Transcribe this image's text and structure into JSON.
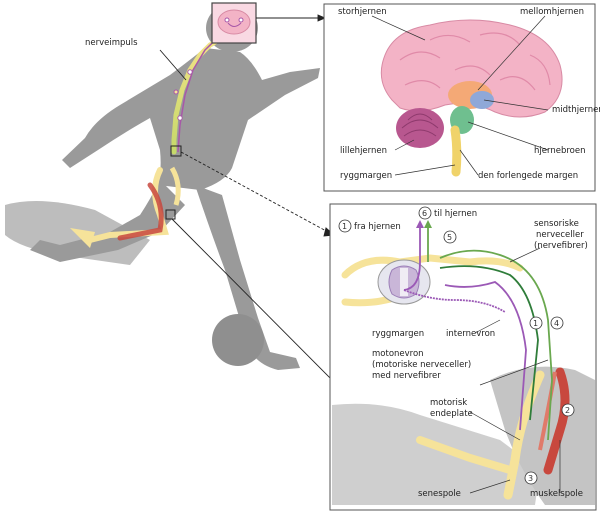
{
  "labels": {
    "nerve_impulse": "nerveimpuls",
    "brain": {
      "cerebrum": "storhjernen",
      "diencephalon": "mellomhjernen",
      "midbrain": "midthjernen",
      "cerebellum": "lillehjernen",
      "pons": "hjernebroen",
      "spinal_cord": "ryggmargen",
      "medulla": "den forlengede margen"
    },
    "spinal": {
      "from_brain": "fra hjernen",
      "to_brain": "til hjernen",
      "sensory_1": "sensoriske",
      "sensory_2": "nerveceller",
      "sensory_3": "(nervefibrer)",
      "spinal_cord": "ryggmargen",
      "interneuron": "internevron",
      "motor_1": "motonevron",
      "motor_2": "(motoriske nerveceller)",
      "motor_3": "med nervefibrer",
      "endplate_1": "motorisk",
      "endplate_2": "endeplate",
      "tendon_spindle": "senespole",
      "muscle_spindle": "muskelspole"
    }
  },
  "markers": [
    "1",
    "6",
    "5",
    "1",
    "4",
    "2",
    "3"
  ],
  "colors": {
    "silhouette": "#9a9a9a",
    "shadow": "#c8c8c8",
    "bone": "#f6e39a",
    "muscle": "#c8483e",
    "brain_pink": "#f3b3c6",
    "cerebellum": "#b8578f",
    "sensory": "#6aa84f",
    "motor": "#9b59b6",
    "panel_border": "#555555"
  }
}
